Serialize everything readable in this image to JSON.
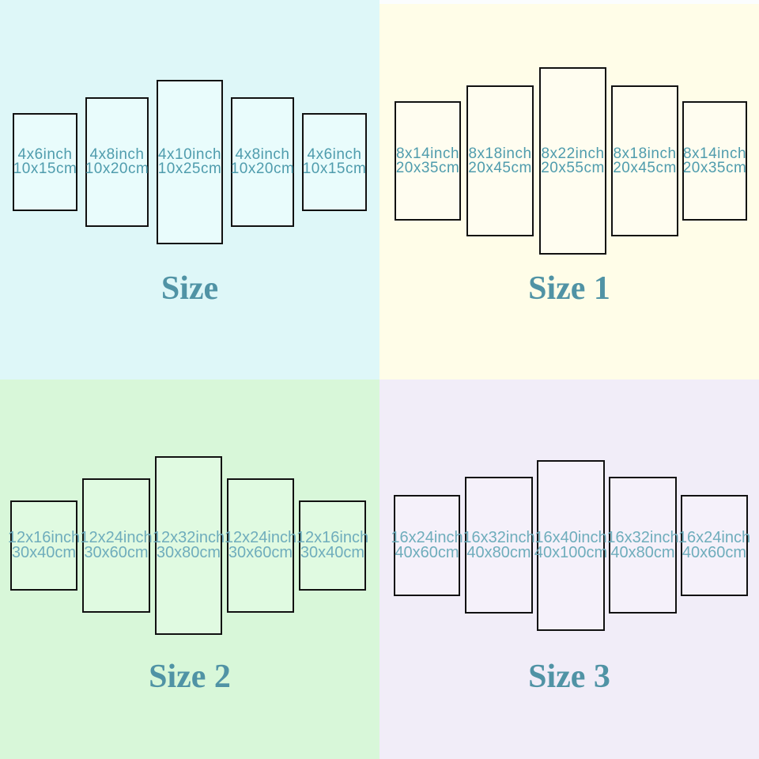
{
  "image_type": "canvas-wall-art-size-chart",
  "panel_count_per_chart": 5,
  "colors": {
    "border": "#111111",
    "label_text": "#5093a5",
    "panel_text_top": "#4f9cad",
    "panel_text_bottom": "#6fadbc",
    "bg_size": "#def7f8",
    "bg_size1": "#fffde8",
    "bg_size2": "#d8f7d9",
    "bg_size3": "#f1edf8"
  },
  "quadrants": [
    {
      "label": "Size",
      "background": "#def7f8",
      "panels": [
        {
          "inch": "4x6inch",
          "cm": "10x15cm"
        },
        {
          "inch": "4x8inch",
          "cm": "10x20cm"
        },
        {
          "inch": "4x10inch",
          "cm": "10x25cm"
        },
        {
          "inch": "4x8inch",
          "cm": "10x20cm"
        },
        {
          "inch": "4x6inch",
          "cm": "10x15cm"
        }
      ]
    },
    {
      "label": "Size 1",
      "background": "#fffde8",
      "panels": [
        {
          "inch": "8x14inch",
          "cm": "20x35cm"
        },
        {
          "inch": "8x18inch",
          "cm": "20x45cm"
        },
        {
          "inch": "8x22inch",
          "cm": "20x55cm"
        },
        {
          "inch": "8x18inch",
          "cm": "20x45cm"
        },
        {
          "inch": "8x14inch",
          "cm": "20x35cm"
        }
      ]
    },
    {
      "label": "Size 2",
      "background": "#d8f7d9",
      "panels": [
        {
          "inch": "12x16inch",
          "cm": "30x40cm"
        },
        {
          "inch": "12x24inch",
          "cm": "30x60cm"
        },
        {
          "inch": "12x32inch",
          "cm": "30x80cm"
        },
        {
          "inch": "12x24inch",
          "cm": "30x60cm"
        },
        {
          "inch": "12x16inch",
          "cm": "30x40cm"
        }
      ]
    },
    {
      "label": "Size 3",
      "background": "#f1edf8",
      "panels": [
        {
          "inch": "16x24inch",
          "cm": "40x60cm"
        },
        {
          "inch": "16x32inch",
          "cm": "40x80cm"
        },
        {
          "inch": "16x40inch",
          "cm": "40x100cm"
        },
        {
          "inch": "16x32inch",
          "cm": "40x80cm"
        },
        {
          "inch": "16x24inch",
          "cm": "40x60cm"
        }
      ]
    }
  ]
}
